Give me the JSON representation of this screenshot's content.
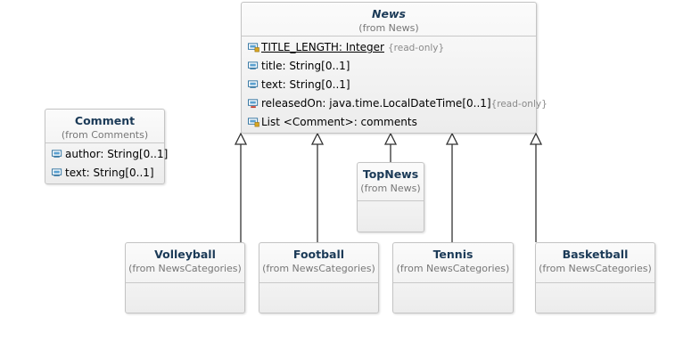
{
  "classes": {
    "news": {
      "name": "News",
      "from": "(from News)",
      "attributes": [
        {
          "text": "TITLE_LENGTH: Integer",
          "note": "{read-only}",
          "static": true,
          "icon": "static-field-icon"
        },
        {
          "text": "title: String[0..1]",
          "note": "",
          "static": false,
          "icon": "public-field-icon"
        },
        {
          "text": "text: String[0..1]",
          "note": "",
          "static": false,
          "icon": "public-field-icon"
        },
        {
          "text": "releasedOn: java.time.LocalDateTime[0..1]",
          "note": "{read-only}",
          "static": false,
          "icon": "private-field-icon"
        },
        {
          "text": "List <Comment>: comments",
          "note": "",
          "static": false,
          "icon": "static-field-icon"
        }
      ]
    },
    "comment": {
      "name": "Comment",
      "from": "(from Comments)",
      "attributes": [
        {
          "text": "author: String[0..1]",
          "icon": "public-field-icon"
        },
        {
          "text": "text: String[0..1]",
          "icon": "public-field-icon"
        }
      ]
    },
    "topnews": {
      "name": "TopNews",
      "from": "(from News)"
    },
    "volleyball": {
      "name": "Volleyball",
      "from": "(from NewsCategories)"
    },
    "football": {
      "name": "Football",
      "from": "(from NewsCategories)"
    },
    "tennis": {
      "name": "Tennis",
      "from": "(from NewsCategories)"
    },
    "basketball": {
      "name": "Basketball",
      "from": "(from NewsCategories)"
    }
  },
  "colors": {
    "class_name": "#1b3a57",
    "border": "#c4c4c4",
    "edge": "#333333"
  }
}
